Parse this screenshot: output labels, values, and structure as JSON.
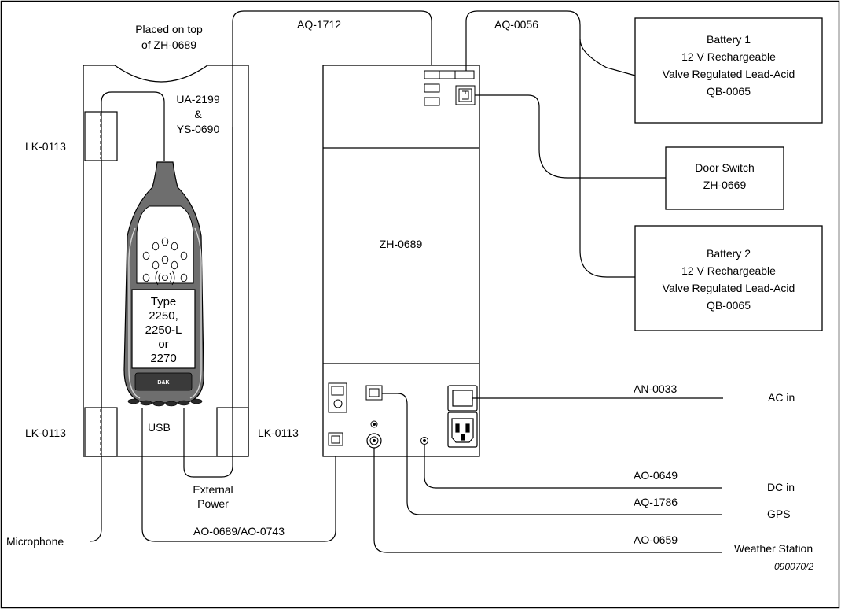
{
  "labels": {
    "placed_on_top_line1": "Placed on top",
    "placed_on_top_line2": "of ZH-0689",
    "ua_2199": "UA-2199",
    "amp": "&",
    "ys_0690": "YS-0690",
    "lk_top_left": "LK-0113",
    "lk_bottom_left": "LK-0113",
    "lk_bottom_right": "LK-0113",
    "usb": "USB",
    "external_line1": "External",
    "external_line2": "Power",
    "microphone": "Microphone",
    "aq_1712": "AQ-1712",
    "aq_0056": "AQ-0056",
    "zh_0689": "ZH-0689",
    "ao_0689": "AO-0689/AO-0743",
    "an_0033": "AN-0033",
    "ac_in": "AC in",
    "ao_0649": "AO-0649",
    "dc_in": "DC in",
    "aq_1786": "AQ-1786",
    "gps": "GPS",
    "ao_0659": "AO-0659",
    "weather": "Weather Station",
    "figure_number": "090070/2"
  },
  "meter": {
    "type_line1": "Type",
    "type_line2": "2250,",
    "type_line3": "2250-L",
    "type_line4": "or",
    "type_line5": "2270",
    "logo_text": "B&K"
  },
  "battery1": {
    "line1": "Battery 1",
    "line2": "12 V Rechargeable",
    "line3": "Valve Regulated Lead-Acid",
    "line4": "QB-0065"
  },
  "door_switch": {
    "line1": "Door Switch",
    "line2": "ZH-0669"
  },
  "battery2": {
    "line1": "Battery 2",
    "line2": "12 V Rechargeable",
    "line3": "Valve Regulated Lead-Acid",
    "line4": "QB-0065"
  }
}
